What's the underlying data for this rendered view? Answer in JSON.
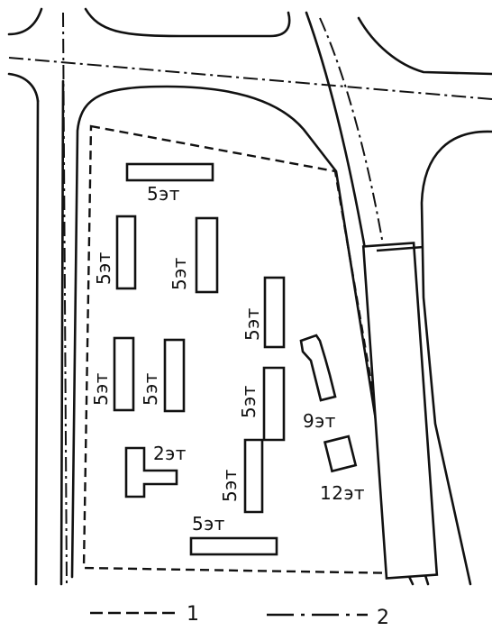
{
  "labels": {
    "b_top": "5эт",
    "b_left1": "5эт",
    "b_mid1": "5эт",
    "b_left2a": "5эт",
    "b_left2b": "5эт",
    "b_right1": "5эт",
    "b_right2": "5эт",
    "b_right3": "5эт",
    "b_bottom": "5эт",
    "b_tshape": "2эт",
    "b_9": "9эт",
    "b_12": "12эт"
  },
  "legend": {
    "item1": "1",
    "item2": "2"
  }
}
